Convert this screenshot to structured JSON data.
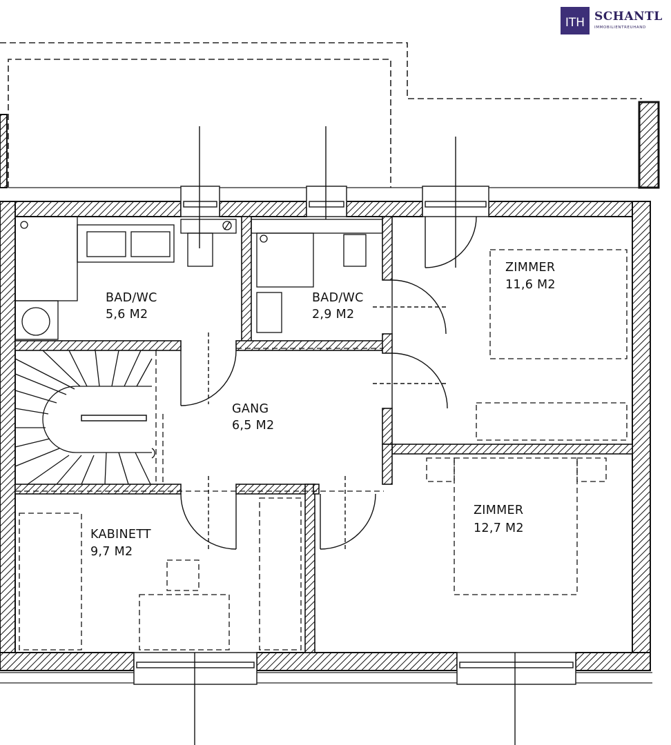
{
  "brand": {
    "name": "SCHANTL",
    "tagline": "IMMOBILIENTREUHAND",
    "mark": "ITH",
    "color": "#3d2f78"
  },
  "rooms": [
    {
      "id": "bad-wc-1",
      "name": "BAD/WC",
      "area": "5,6 M2"
    },
    {
      "id": "bad-wc-2",
      "name": "BAD/WC",
      "area": "2,9 M2"
    },
    {
      "id": "zimmer-1",
      "name": "ZIMMER",
      "area": "11,6 M2"
    },
    {
      "id": "gang",
      "name": "GANG",
      "area": "6,5 M2"
    },
    {
      "id": "kabinett",
      "name": "KABINETT",
      "area": "9,7 M2"
    },
    {
      "id": "zimmer-2",
      "name": "ZIMMER",
      "area": "12,7 M2"
    }
  ]
}
